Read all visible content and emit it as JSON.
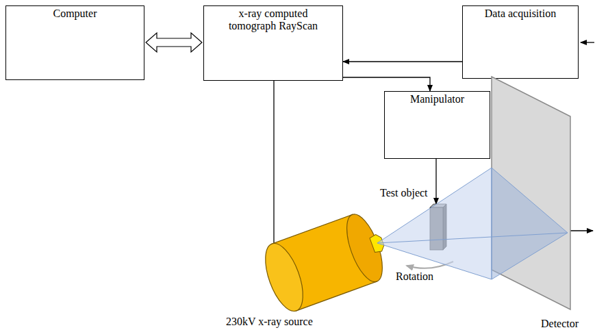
{
  "diagram": {
    "nodes": [
      {
        "text": [
          "Computer"
        ]
      },
      {
        "text": [
          "x-ray computed tomograph RayScan"
        ]
      },
      {
        "text": [
          "Data acquisition"
        ]
      },
      {
        "text": [
          "Manipulator"
        ]
      },
      {
        "text": [
          "Test object"
        ]
      },
      {
        "text": [
          "230kV x-ray source"
        ]
      },
      {
        "text": [
          "Detector"
        ]
      }
    ],
    "edges": [
      {
        "from": 0,
        "to": 1,
        "arrow": "both"
      },
      {
        "from": 2,
        "to": 1,
        "arrow": "to"
      },
      {
        "from": 1,
        "to": 3,
        "arrow": "to"
      },
      {
        "from": 1,
        "to": 5,
        "arrow": "to"
      },
      {
        "from": 3,
        "to": 4,
        "arrow": "to"
      }
    ],
    "labels": [
      "Rotation"
    ]
  }
}
